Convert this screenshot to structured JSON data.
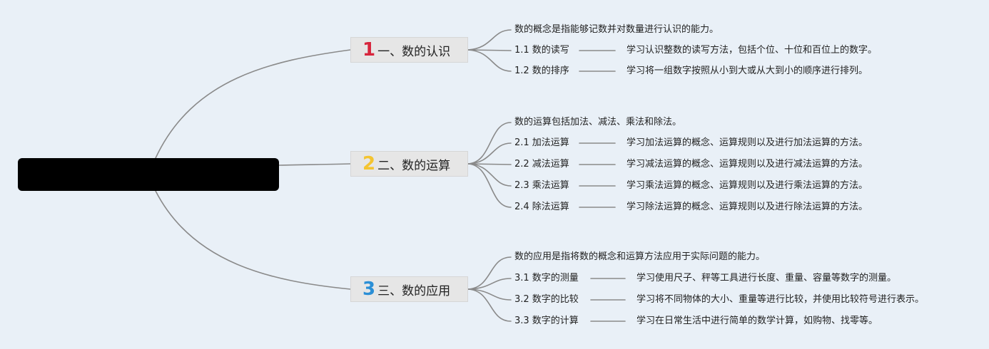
{
  "colors": {
    "background": "#e9f0f7",
    "line": "#8a8a8a",
    "central": "#000000",
    "topic1": "#d7263d",
    "topic2": "#f4c430",
    "topic3": "#2b8fd6"
  },
  "central": {
    "label": ""
  },
  "topics": [
    {
      "num": "1",
      "title": "一、数的认识",
      "intro": "数的概念是指能够记数并对数量进行认识的能力。",
      "subs": [
        {
          "label": "1.1 数的读写",
          "desc": "学习认识整数的读写方法，包括个位、十位和百位上的数字。"
        },
        {
          "label": "1.2 数的排序",
          "desc": "学习将一组数字按照从小到大或从大到小的顺序进行排列。"
        }
      ]
    },
    {
      "num": "2",
      "title": "二、数的运算",
      "intro": "数的运算包括加法、减法、乘法和除法。",
      "subs": [
        {
          "label": "2.1 加法运算",
          "desc": "学习加法运算的概念、运算规则以及进行加法运算的方法。"
        },
        {
          "label": "2.2 减法运算",
          "desc": "学习减法运算的概念、运算规则以及进行减法运算的方法。"
        },
        {
          "label": "2.3 乘法运算",
          "desc": "学习乘法运算的概念、运算规则以及进行乘法运算的方法。"
        },
        {
          "label": "2.4 除法运算",
          "desc": "学习除法运算的概念、运算规则以及进行除法运算的方法。"
        }
      ]
    },
    {
      "num": "3",
      "title": "三、数的应用",
      "intro": "数的应用是指将数的概念和运算方法应用于实际问题的能力。",
      "subs": [
        {
          "label": "3.1 数字的测量",
          "desc": "学习使用尺子、秤等工具进行长度、重量、容量等数字的测量。"
        },
        {
          "label": "3.2 数字的比较",
          "desc": "学习将不同物体的大小、重量等进行比较，并使用比较符号进行表示。"
        },
        {
          "label": "3.3 数字的计算",
          "desc": "学习在日常生活中进行简单的数学计算，如购物、找零等。"
        }
      ]
    }
  ]
}
